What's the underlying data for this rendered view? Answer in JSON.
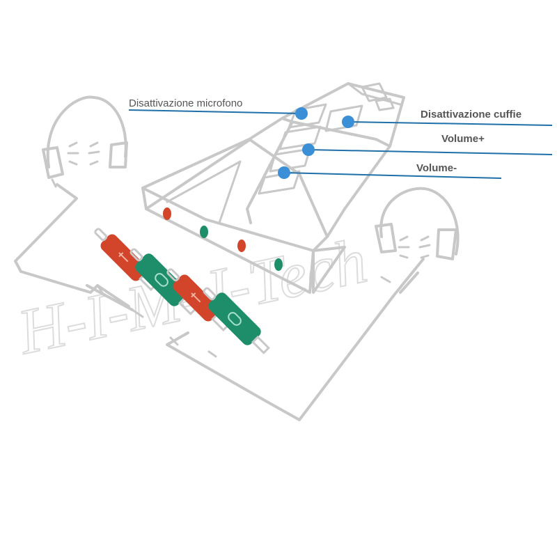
{
  "labels": {
    "mic_mute": "Disattivazione microfono",
    "headphone_mute": "Disattivazione cuffie",
    "volume_up": "Volume+",
    "volume_down": "Volume-"
  },
  "watermark": "H-I-M-J-Tech",
  "colors": {
    "callout_line": "#1f6fa8",
    "callout_dot": "#3a8fd6",
    "mic_jack": "#d2452b",
    "headphone_jack": "#1e8e6a",
    "outline": "#c8c8c8"
  },
  "icons": {
    "headset": "headset-icon",
    "plug_mic": "mic-plug-icon",
    "plug_headphone": "headphone-plug-icon"
  }
}
